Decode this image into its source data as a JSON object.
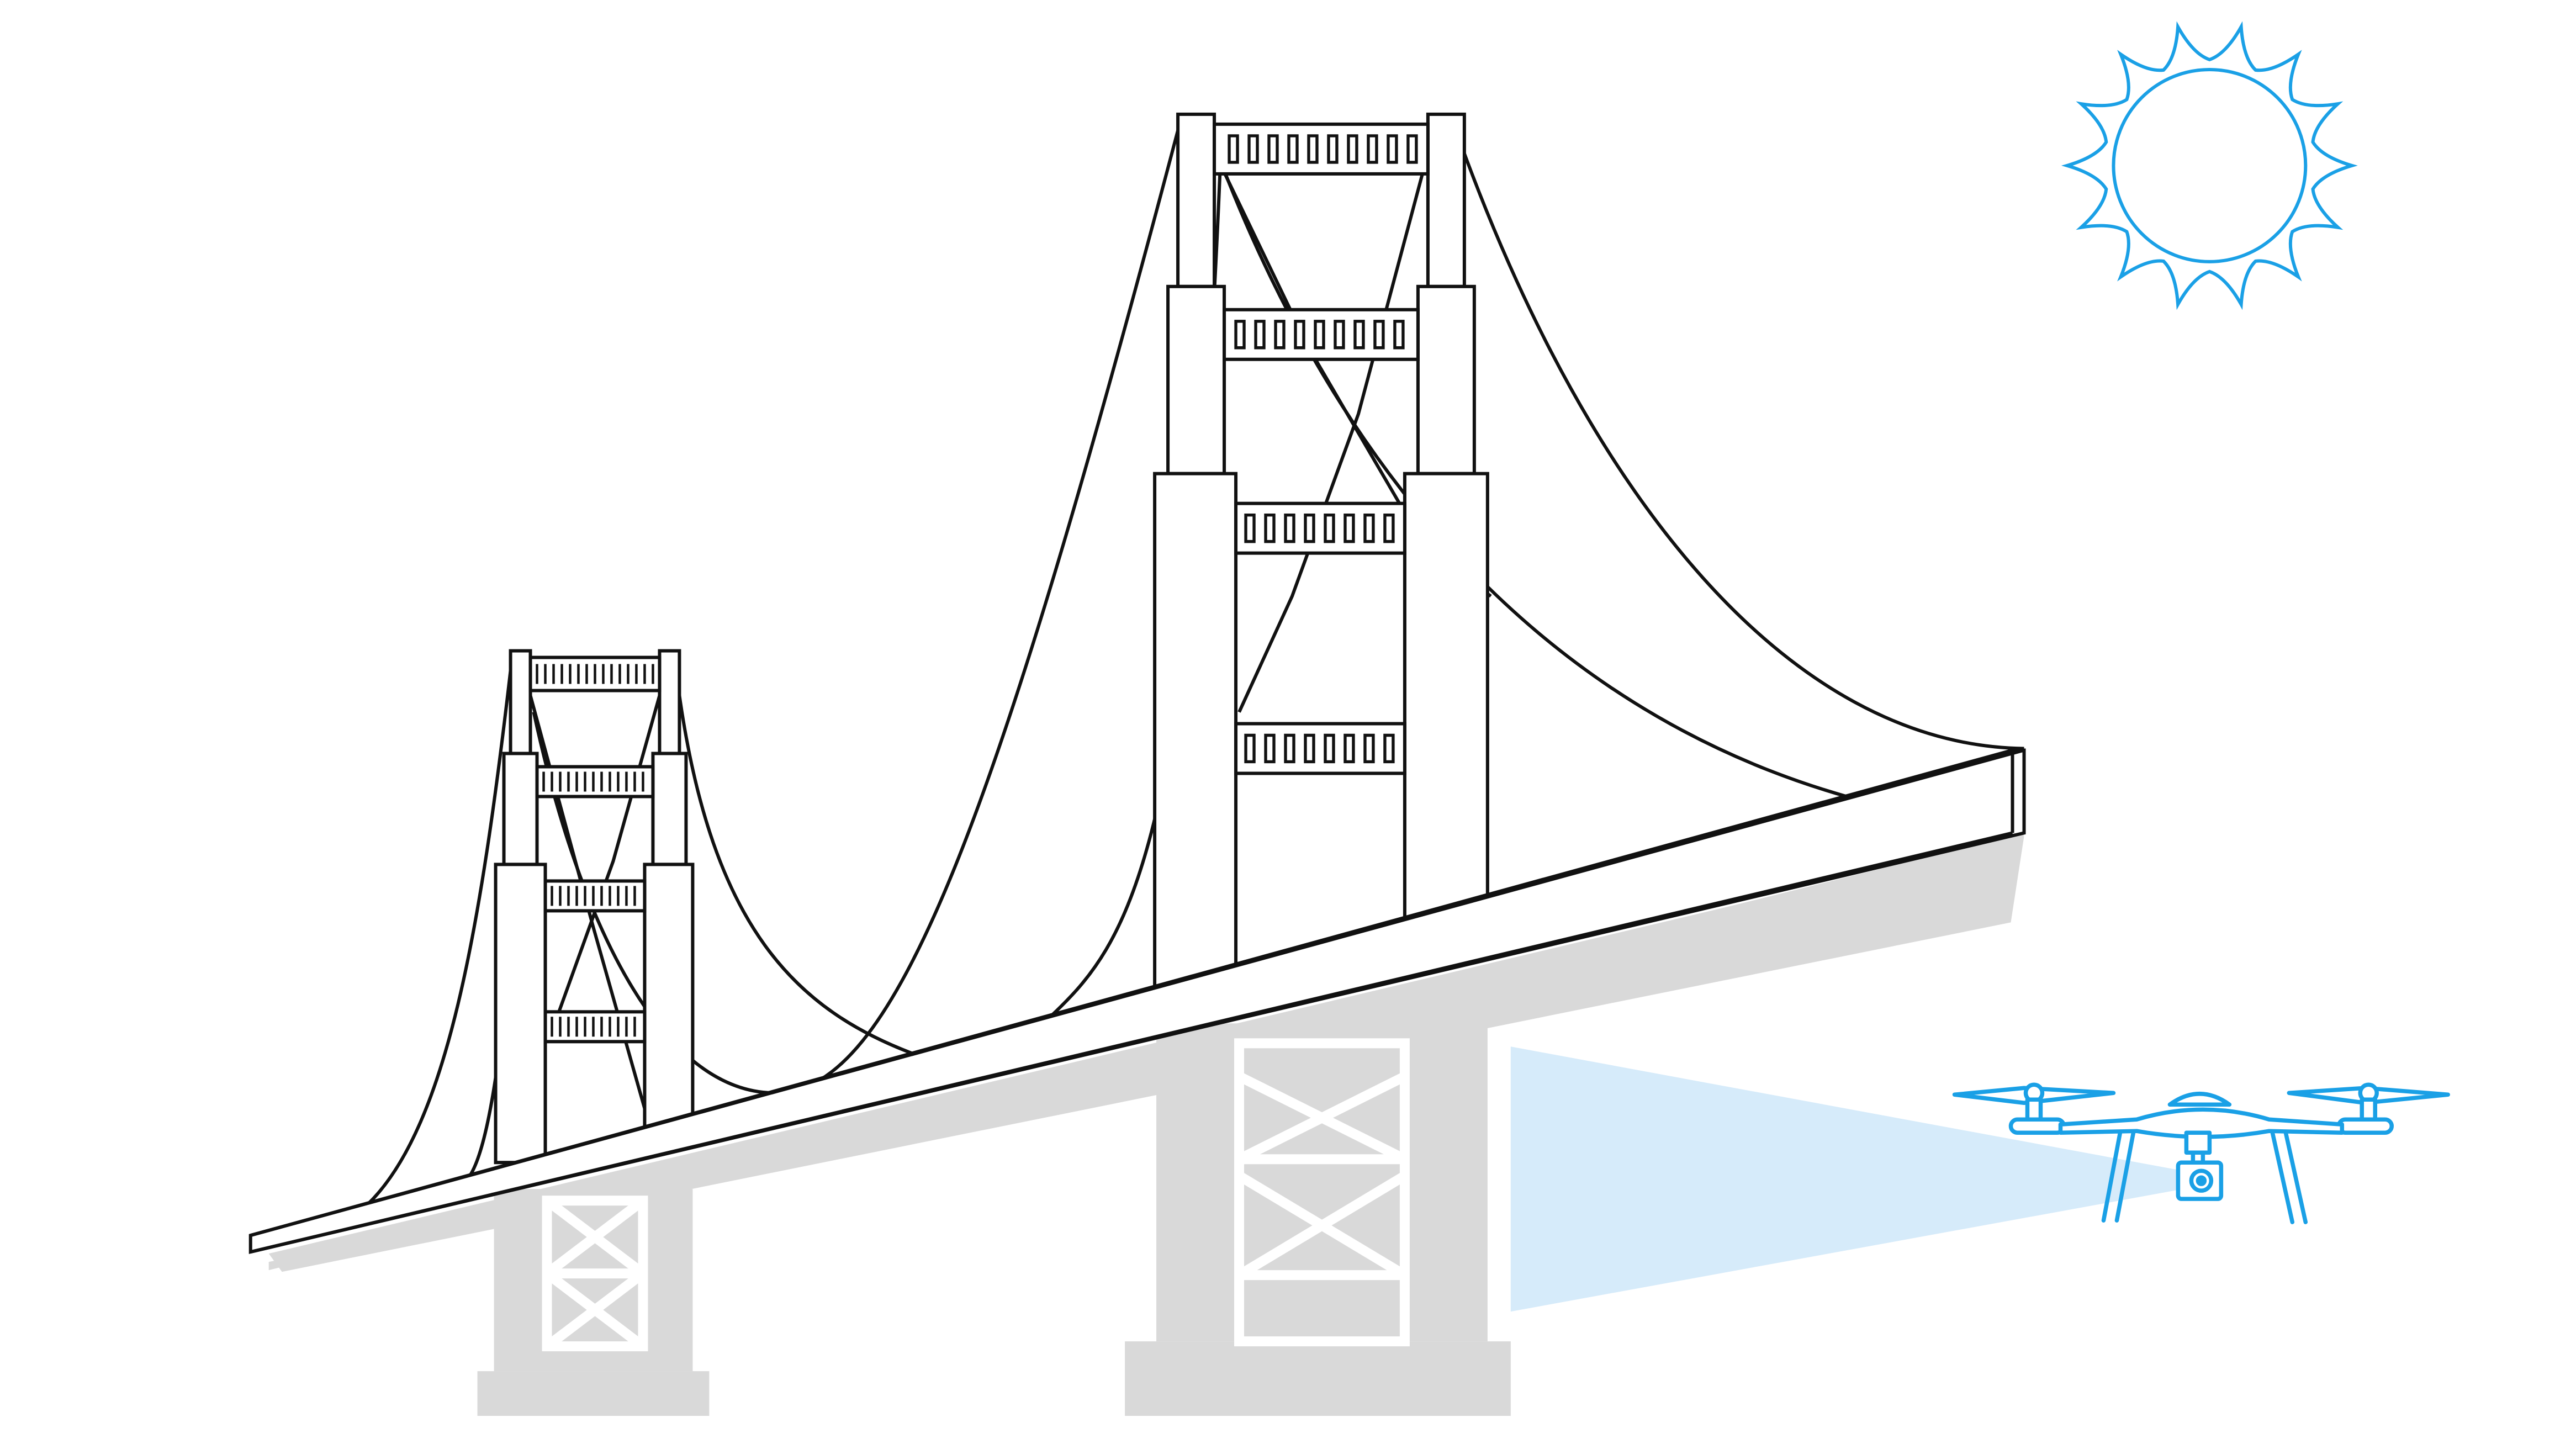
{
  "illustration": {
    "subject": "suspension-bridge-drone-inspection",
    "colors": {
      "background": "#ffffff",
      "line": "#111111",
      "shadow": "#d9d9d9",
      "accent": "#1aa0e6",
      "beam": "#d6ebfa"
    },
    "elements": {
      "bridge": "suspension-bridge",
      "towers": 2,
      "sun": "sun-icon",
      "drone": "drone-icon",
      "camera": "camera-icon"
    }
  }
}
